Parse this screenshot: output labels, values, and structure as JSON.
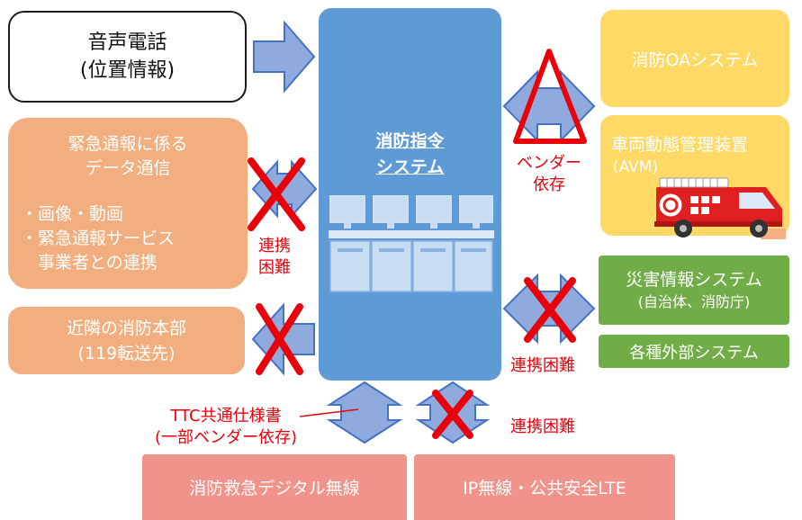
{
  "voice_call": {
    "line1": "音声電話",
    "line2": "(位置情報)"
  },
  "emergency_data": {
    "title1": "緊急通報に係る",
    "title2": "データ通信",
    "item1": "・画像・動画",
    "item2": "・緊急通報サービス",
    "item3": "　事業者との連携"
  },
  "neighbor_hq": {
    "line1": "近隣の消防本部",
    "line2": "(119転送先)"
  },
  "dispatch_system": {
    "line1": "消防指令",
    "line2": "システム"
  },
  "oa_system": {
    "label": "消防OAシステム"
  },
  "avm": {
    "title": "車両動態管理装置",
    "sub": "(AVM)"
  },
  "disaster_info": {
    "title": "災害情報システム",
    "sub": "(自治体、消防庁)"
  },
  "external_systems": {
    "label": "各種外部システム"
  },
  "digital_radio": {
    "label": "消防救急デジタル無線"
  },
  "ip_radio": {
    "label": "IP無線・公共安全LTE"
  },
  "labels": {
    "vendor_line1": "ベンダー",
    "vendor_line2": "依存",
    "difficult_line1": "連携",
    "difficult_line2": "困難",
    "difficult_right": "連携困難",
    "difficult_bottom": "連携困難",
    "ttc_line1": "TTC共通仕様書",
    "ttc_line2": "(一部ベンダー依存)"
  },
  "colors": {
    "center_blue": "#5e9bd6",
    "arrow_fill": "#8faadc",
    "arrow_stroke": "#4472c4",
    "orange_box": "#f2ae7f",
    "yellow_box": "#ffd966",
    "green_box": "#70ad47",
    "pink_box": "#f0938a",
    "mark_red": "#e8000b"
  }
}
